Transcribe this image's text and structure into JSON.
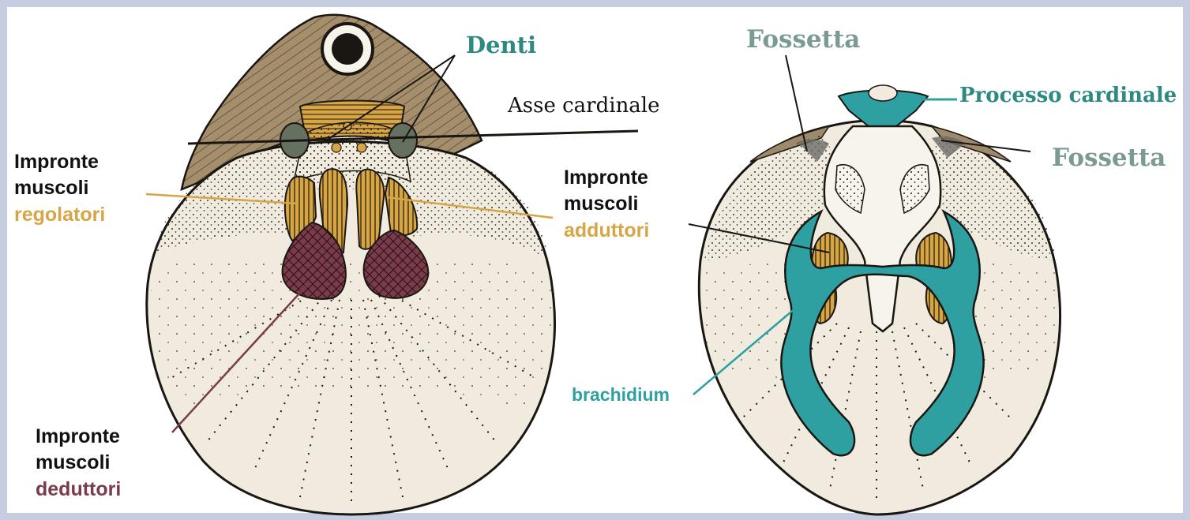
{
  "colors": {
    "regolatori": "#d6a545",
    "adduttori": "#d6a545",
    "deduttori": "#7a3b4a",
    "teal": "#2fa0a2",
    "serif_teal": "#2e8a80",
    "shell": "#f1ebdf",
    "brown": "#9e8a6a",
    "ink": "#161210"
  },
  "labels": {
    "denti": "Denti",
    "asse_cardinale": "Asse cardinale",
    "regolatori": {
      "line1": "Impronte",
      "line2": "muscoli",
      "line3": "regolatori"
    },
    "adduttori": {
      "line1": "Impronte",
      "line2": "muscoli",
      "line3": "adduttori"
    },
    "deduttori": {
      "line1": "Impronte",
      "line2": "muscoli",
      "line3": "deduttori"
    },
    "fossetta_top": "Fossetta",
    "processo_cardinale": "Processo cardinale",
    "fossetta_right": "Fossetta",
    "brachidium": "brachidium"
  }
}
